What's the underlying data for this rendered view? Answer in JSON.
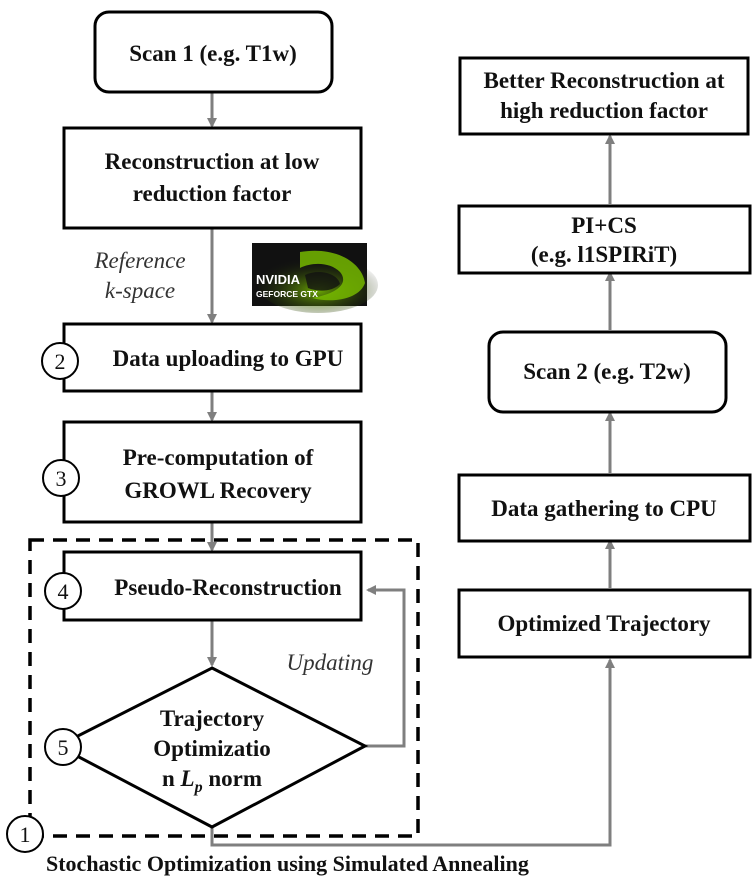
{
  "nodes": {
    "scan1": "Scan 1 (e.g. T1w)",
    "recon_low_line1": "Reconstruction at low",
    "recon_low_line2": "reduction factor",
    "upload": "Data uploading to GPU",
    "precompute_line1": "Pre-computation of",
    "precompute_line2": "GROWL Recovery",
    "pseudo": "Pseudo-Reconstruction",
    "traj_line1": "Trajectory",
    "traj_line2": "Optimizatio",
    "traj_line3_prefix": "n ",
    "traj_line3_var": "L",
    "traj_line3_sub": "p",
    "traj_line3_suffix": " norm",
    "optimized": "Optimized Trajectory",
    "gather": "Data gathering to CPU",
    "scan2": "Scan 2 (e.g. T2w)",
    "picsA": "PI+CS",
    "picsB": "(e.g. l1SPIRiT)",
    "better_line1": "Better Reconstruction at",
    "better_line2": "high reduction factor"
  },
  "edge_labels": {
    "reference_line1": "Reference",
    "reference_line2": "k-space",
    "updating": "Updating"
  },
  "steps": {
    "s1": "1",
    "s2": "2",
    "s3": "3",
    "s4": "4",
    "s5": "5"
  },
  "logo": {
    "brand": "NVIDIA",
    "product": "GEFORCE GTX"
  },
  "caption": "Stochastic Optimization using Simulated Annealing",
  "colors": {
    "arrow": "#7f7f7f",
    "border": "#000000",
    "logo_bg": "#111111",
    "logo_green": "#76b900"
  }
}
